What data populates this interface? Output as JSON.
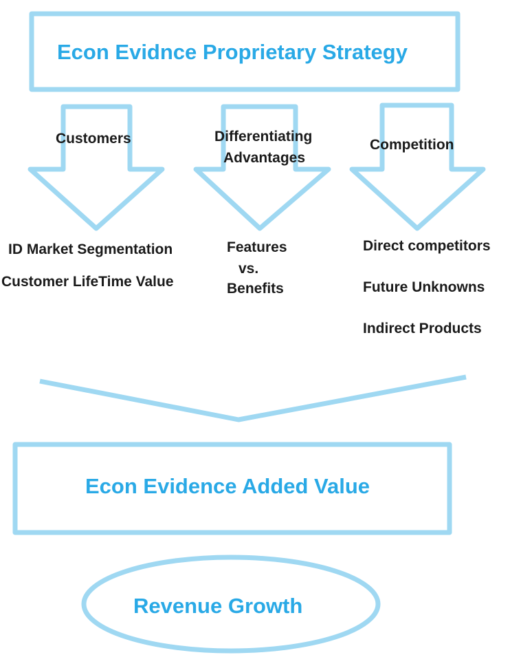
{
  "colors": {
    "shape_stroke": "#9fd8f2",
    "title_text": "#29a9e6",
    "body_text": "#1a1a1a"
  },
  "top_box": {
    "title": "Econ Evidnce Proprietary Strategy"
  },
  "pillars": [
    {
      "heading_lines": [
        "Customers"
      ],
      "items": [
        "ID Market Segmentation",
        "Customer LifeTime Value"
      ]
    },
    {
      "heading_lines": [
        "Differentiating",
        "Advantages"
      ],
      "items": [
        "Features",
        "vs.",
        "Benefits"
      ]
    },
    {
      "heading_lines": [
        "Competition"
      ],
      "items": [
        "Direct competitors",
        "Future Unknowns",
        "Indirect Products"
      ]
    }
  ],
  "middle_box": {
    "title": "Econ Evidence Added Value"
  },
  "bottom_ellipse": {
    "title": "Revenue Growth"
  }
}
